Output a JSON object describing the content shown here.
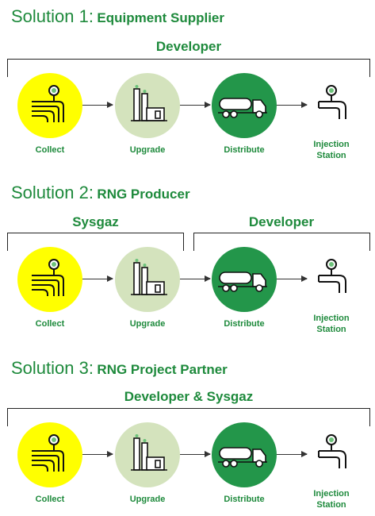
{
  "steps": {
    "collect": "Collect",
    "upgrade": "Upgrade",
    "distribute": "Distribute",
    "injection_line1": "Injection",
    "injection_line2": "Station"
  },
  "solutions": [
    {
      "title_num": "Solution 1:",
      "title_sub": "Equipment Supplier",
      "owners": [
        "Developer"
      ]
    },
    {
      "title_num": "Solution 2:",
      "title_sub": "RNG Producer",
      "owners": [
        "Sysgaz",
        "Developer"
      ]
    },
    {
      "title_num": "Solution 3:",
      "title_sub": "RNG Project Partner",
      "owners": [
        "Developer & Sysgaz"
      ]
    }
  ],
  "colors": {
    "title_green": "#1e8a3c",
    "collect_fill": "#ffff00",
    "upgrade_fill": "#d4e3bd",
    "distribute_fill": "#23964a"
  },
  "icons": [
    "pipes-gauge-icon",
    "upgrade-plant-icon",
    "tanker-truck-icon",
    "injection-valve-icon"
  ]
}
